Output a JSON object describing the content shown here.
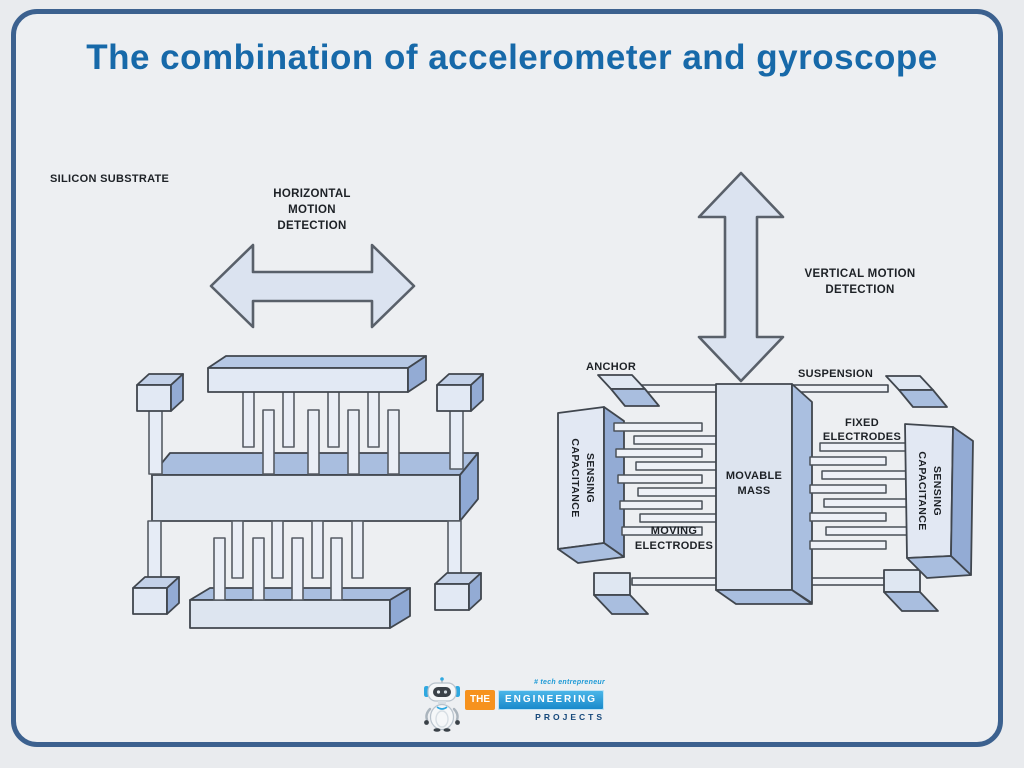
{
  "title": {
    "line1": "The combination of accelerometer",
    "line2": "and gyroscope"
  },
  "left_diagram": {
    "substrate_label": "SILICON SUBSTRATE",
    "motion_line1": "HORIZONTAL",
    "motion_line2": "MOTION",
    "motion_line3": "DETECTION"
  },
  "right_diagram": {
    "motion_line1": "VERTICAL MOTION",
    "motion_line2": "DETECTION",
    "anchor_label": "ANCHOR",
    "suspension_label": "SUSPENSION",
    "fixed_line1": "FIXED",
    "fixed_line2": "ELECTRODES",
    "mass_line1": "MOVABLE",
    "mass_line2": "MASS",
    "moving_line1": "MOVING",
    "moving_line2": "ELECTRODES",
    "cap_left_word1": "CAPACITANCE",
    "cap_left_word2": "SENSING",
    "cap_right_word1": "CAPACITANCE",
    "cap_right_word2": "SENSING"
  },
  "logo": {
    "tagline": "# tech entrepreneur",
    "the": "THE",
    "engineering": "ENGINEERING",
    "projects": "PROJECTS"
  },
  "colors": {
    "frame_border": "#3c618f",
    "page_background": "#edeff2",
    "title_text": "#1769a9",
    "face_light": "#e2e9f4",
    "face_medium": "#a9bedf",
    "face_dark": "#93abd4",
    "finger_fill": "#eaeef6",
    "outline": "#40464e",
    "arrow_fill": "#dbe3f0",
    "logo_orange": "#f6921e",
    "logo_blue": "#2fa8e0",
    "logo_navy": "#15477a"
  }
}
